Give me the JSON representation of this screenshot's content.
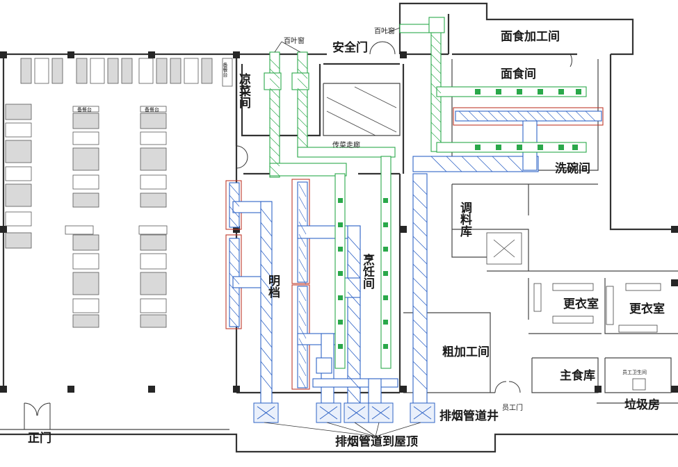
{
  "labels": {
    "liangcai": "凉菜间",
    "chuancai": "传菜走廊",
    "anquanmen": "安全门",
    "baiye_left": "百叶窗",
    "baiye_right": "百叶窗",
    "mianshi_jiagong": "面食加工间",
    "mianshi": "面食间",
    "xiwan": "洗碗间",
    "tiaoliao": "调料库",
    "pengren": "烹饪间",
    "mingdang": "明档",
    "gengyi1": "更衣室",
    "gengyi2": "更衣室",
    "cujiagong": "粗加工间",
    "zhushiku": "主食库",
    "weisheng": "员工卫生间",
    "lajifang": "垃圾房",
    "yuangongmen": "员工门",
    "zhengmen": "正门",
    "paiyan_jing": "排烟管道井",
    "paiyan_wuding": "排烟管道到屋顶",
    "beicantai_top1": "备餐台",
    "beicantai_top2": "备餐台",
    "beicantai_side": "备餐台"
  },
  "colors": {
    "exhaust_duct": "#2f63c6",
    "fresh_air_duct": "#2aa84a",
    "hood_outline": "#c0392b",
    "wall": "#333333"
  }
}
